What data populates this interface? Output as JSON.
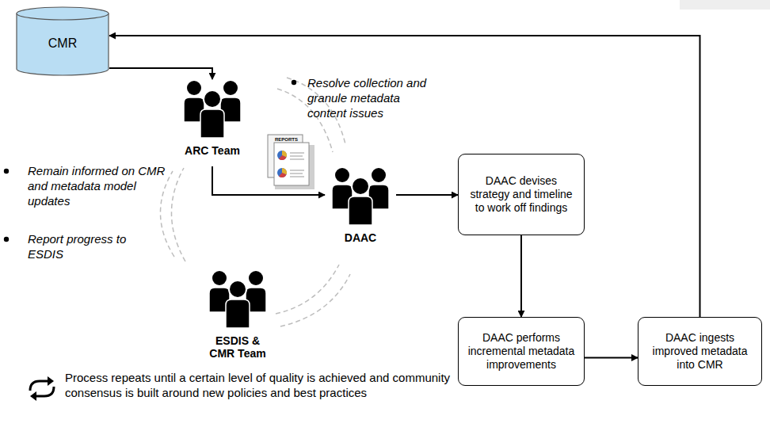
{
  "diagram": {
    "nodes": [
      {
        "text": [
          "CMR"
        ]
      },
      {
        "text": [
          "ARC Team"
        ]
      },
      {
        "text": [
          "DAAC"
        ]
      },
      {
        "text": [
          "ESDIS & CMR Team"
        ]
      },
      {
        "text": [
          "DAAC devises strategy and timeline to work off findings"
        ]
      },
      {
        "text": [
          "DAAC performs incremental metadata improvements"
        ]
      },
      {
        "text": [
          "DAAC ingests improved metadata into CMR"
        ]
      }
    ],
    "edges": [
      {
        "from": 0,
        "to": 1,
        "arrow": "to"
      },
      {
        "from": 1,
        "to": 2,
        "arrow": "to"
      },
      {
        "from": 2,
        "to": 4,
        "arrow": "to"
      },
      {
        "from": 4,
        "to": 5,
        "arrow": "to"
      },
      {
        "from": 5,
        "to": 6,
        "arrow": "to"
      },
      {
        "from": 6,
        "to": 0,
        "arrow": "to"
      }
    ],
    "labels": [
      "Resolve collection and granule metadata content issues",
      "REPORTS",
      "Remain informed on CMR and metadata model updates",
      "Report progress to ESDIS",
      "Process repeats until a certain level of quality is achieved and community consensus is built around new policies and best practices"
    ]
  }
}
